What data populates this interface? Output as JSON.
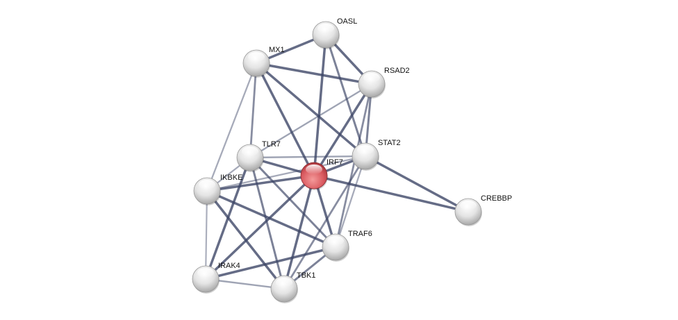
{
  "network": {
    "query_protein": "IRF7",
    "colors": {
      "query": "#d9595f",
      "node": "#e6e6e6",
      "edge": "#3c4566",
      "label_bg": "#fdfdf0"
    },
    "nodes": [
      {
        "id": "OASL",
        "label": "OASL"
      },
      {
        "id": "MX1",
        "label": "MX1"
      },
      {
        "id": "RSAD2",
        "label": "RSAD2"
      },
      {
        "id": "TLR7",
        "label": "TLR7"
      },
      {
        "id": "IRF7",
        "label": "IRF7"
      },
      {
        "id": "STAT2",
        "label": "STAT2"
      },
      {
        "id": "CREBBP",
        "label": "CREBBP"
      },
      {
        "id": "IKBKE",
        "label": "IKBKE"
      },
      {
        "id": "TRAF6",
        "label": "TRAF6"
      },
      {
        "id": "IRAK4",
        "label": "IRAK4"
      },
      {
        "id": "TBK1",
        "label": "TBK1"
      }
    ],
    "edges": [
      [
        "OASL",
        "MX1",
        0.9
      ],
      [
        "OASL",
        "RSAD2",
        0.9
      ],
      [
        "OASL",
        "IRF7",
        0.9
      ],
      [
        "OASL",
        "STAT2",
        0.7
      ],
      [
        "MX1",
        "RSAD2",
        0.9
      ],
      [
        "MX1",
        "IRF7",
        0.9
      ],
      [
        "MX1",
        "STAT2",
        0.9
      ],
      [
        "MX1",
        "TLR7",
        0.6
      ],
      [
        "MX1",
        "IKBKE",
        0.35
      ],
      [
        "RSAD2",
        "IRF7",
        0.9
      ],
      [
        "RSAD2",
        "STAT2",
        0.7
      ],
      [
        "RSAD2",
        "TRAF6",
        0.6
      ],
      [
        "RSAD2",
        "TLR7",
        0.4
      ],
      [
        "TLR7",
        "STAT2",
        0.4
      ],
      [
        "TLR7",
        "IRF7",
        0.9
      ],
      [
        "TLR7",
        "IKBKE",
        0.35
      ],
      [
        "TLR7",
        "IRAK4",
        0.9
      ],
      [
        "TLR7",
        "TBK1",
        0.7
      ],
      [
        "TLR7",
        "TRAF6",
        0.7
      ],
      [
        "IRF7",
        "STAT2",
        0.9
      ],
      [
        "IRF7",
        "CREBBP",
        0.9
      ],
      [
        "IRF7",
        "IKBKE",
        0.9
      ],
      [
        "IRF7",
        "IRAK4",
        0.9
      ],
      [
        "IRF7",
        "TBK1",
        0.9
      ],
      [
        "IRF7",
        "TRAF6",
        0.9
      ],
      [
        "STAT2",
        "CREBBP",
        0.9
      ],
      [
        "STAT2",
        "TRAF6",
        0.35
      ],
      [
        "STAT2",
        "TBK1",
        0.6
      ],
      [
        "STAT2",
        "IKBKE",
        0.35
      ],
      [
        "IKBKE",
        "TRAF6",
        0.9
      ],
      [
        "IKBKE",
        "TBK1",
        0.9
      ],
      [
        "IKBKE",
        "IRAK4",
        0.3
      ],
      [
        "IRAK4",
        "TRAF6",
        0.9
      ],
      [
        "IRAK4",
        "TBK1",
        0.4
      ],
      [
        "TRAF6",
        "TBK1",
        0.7
      ]
    ]
  }
}
